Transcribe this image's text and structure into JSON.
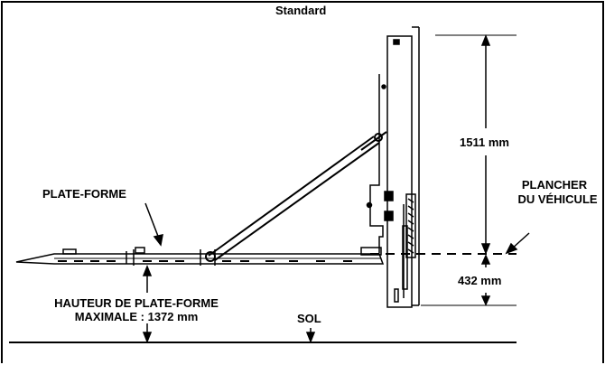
{
  "title": "Standard",
  "labels": {
    "platform": "PLATE-FORME",
    "upper_dimension": "1511 mm",
    "vehicle_floor_line1": "PLANCHER",
    "vehicle_floor_line2": "DU VÉHICULE",
    "lower_dimension": "432 mm",
    "max_height_line1": "HAUTEUR DE PLATE-FORME",
    "max_height_line2": "MAXIMALE : 1372 mm",
    "ground": "SOL"
  },
  "colors": {
    "stroke": "#000000",
    "background": "#ffffff"
  }
}
